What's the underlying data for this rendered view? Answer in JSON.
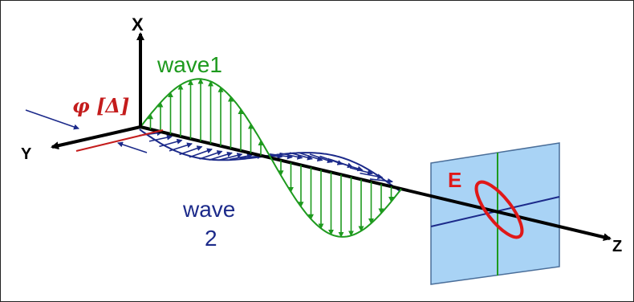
{
  "labels": {
    "axis_x": "X",
    "axis_y": "Y",
    "axis_z": "Z",
    "wave1": "wave1",
    "wave2_line1": "wave",
    "wave2_line2": "2",
    "phase": "φ [Δ]",
    "field": "E"
  },
  "colors": {
    "wave1": "#1e9a1e",
    "wave2": "#1c2a8a",
    "phase": "#c41c1c",
    "field": "#e01818",
    "screen_fill": "#a9d3f5",
    "screen_edge": "#4a6e99",
    "axis": "#000000"
  },
  "icons": {
    "axis_arrow": "arrowhead",
    "screen": "detector-plane"
  }
}
